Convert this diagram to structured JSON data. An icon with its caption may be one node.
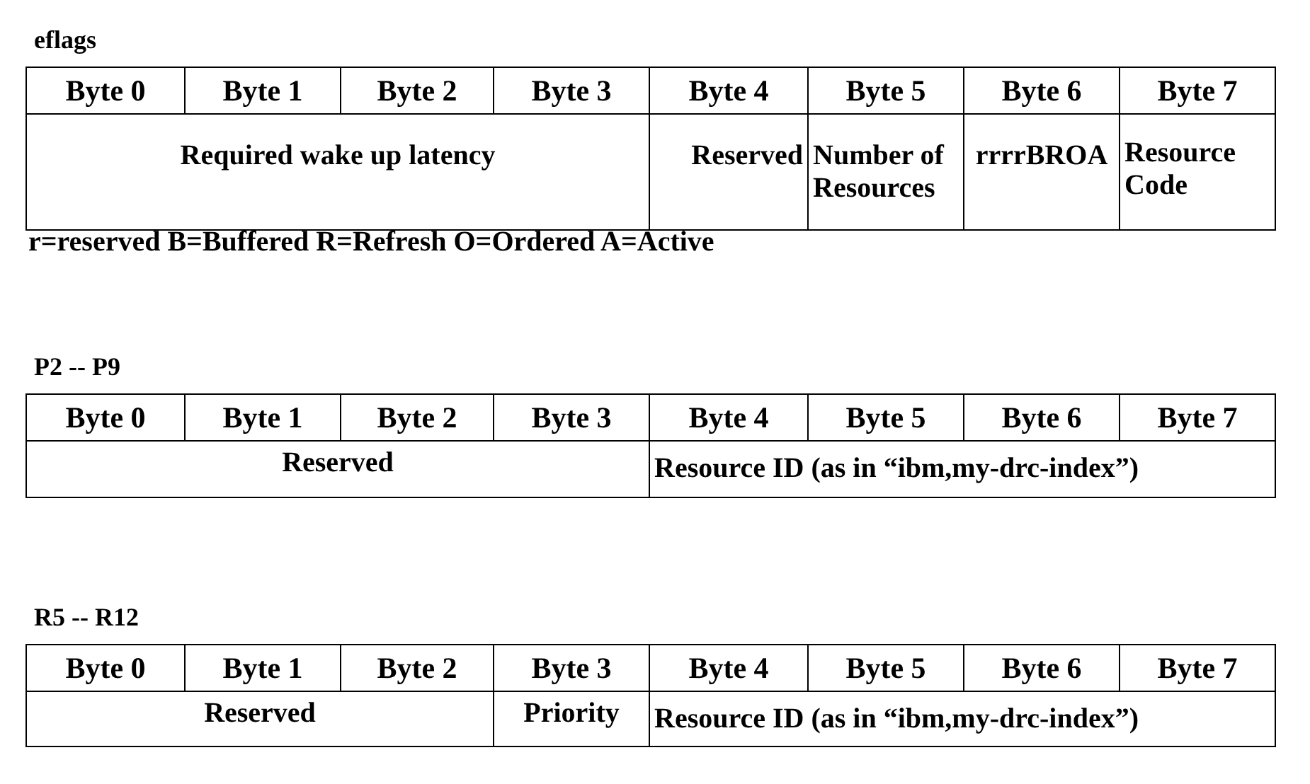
{
  "diagram": {
    "labels": [
      "eflags",
      "Byte 0",
      "Byte 1",
      "Byte 2",
      "Byte 3",
      "Byte 4",
      "Byte 5",
      "Byte 6",
      "Byte 7",
      "Required wake up latency",
      "Reserved",
      "Number of Resources",
      "rrrrBROA",
      "Resource Code",
      "r=reserved B=Buffered R=Refresh O=Ordered A=Active",
      "P2 -- P9",
      "Byte 0",
      "Byte 1",
      "Byte 2",
      "Byte 3",
      "Byte 4",
      "Byte 5",
      "Byte 6",
      "Byte 7",
      "Reserved",
      "Resource ID (as in “ibm,my-drc-index”)",
      "R5 -- R12",
      "Byte 0",
      "Byte 1",
      "Byte 2",
      "Byte 3",
      "Byte 4",
      "Byte 5",
      "Byte 6",
      "Byte 7",
      "Reserved",
      "Priority",
      "Resource ID (as in “ibm,my-drc-index”)"
    ]
  }
}
